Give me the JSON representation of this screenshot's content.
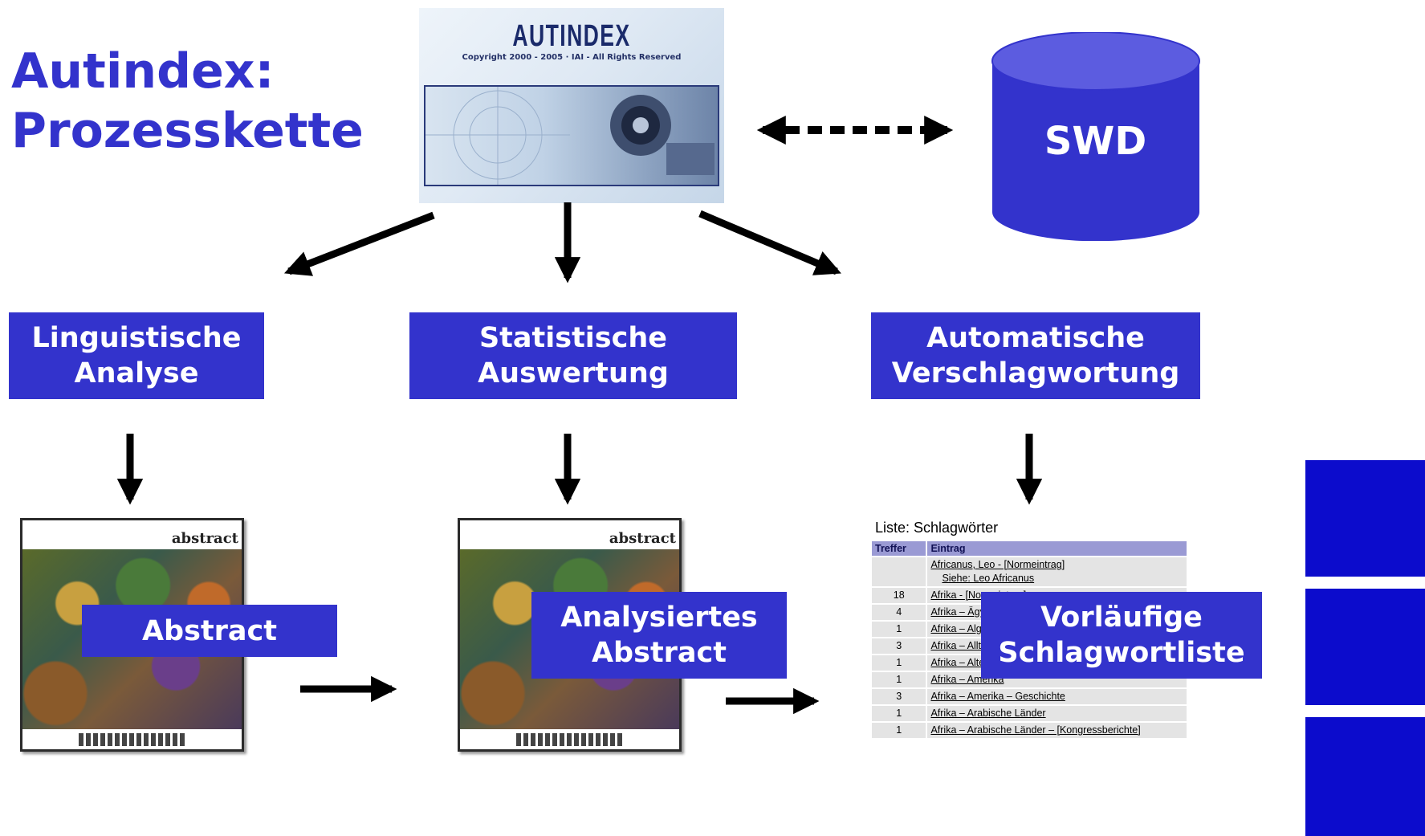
{
  "title": [
    "Autindex:",
    "Prozesskette"
  ],
  "splash": {
    "logo": "AUTINDEX",
    "copyright": "Copyright 2000 - 2005 · IAI - All Rights Reserved"
  },
  "database": {
    "label": "SWD"
  },
  "steps": {
    "linguistic": [
      "Linguistische",
      "Analyse"
    ],
    "statistical": [
      "Statistische",
      "Auswertung"
    ],
    "automatic": [
      "Automatische",
      "Verschlagwortung"
    ]
  },
  "artifacts": {
    "abstract": "Abstract",
    "analyzed": [
      "Analysiertes",
      "Abstract"
    ],
    "preliminary": [
      "Vorläufige",
      "Schlagwortliste"
    ],
    "cover_title": "abstract"
  },
  "keyword_list": {
    "title": "Liste: Schlagwörter",
    "headers": [
      "Treffer",
      "Eintrag"
    ],
    "rows": [
      {
        "count": "",
        "entry": "Africanus, Leo - [Normeintrag]",
        "see": "Siehe: Leo Africanus"
      },
      {
        "count": "18",
        "entry": "Afrika - [Normeintrag]"
      },
      {
        "count": "4",
        "entry": "Afrika – Ägypten"
      },
      {
        "count": "1",
        "entry": "Afrika – Algerien"
      },
      {
        "count": "3",
        "entry": "Afrika – Alltag"
      },
      {
        "count": "1",
        "entry": "Afrika – Altertum"
      },
      {
        "count": "1",
        "entry": "Afrika – Amerika"
      },
      {
        "count": "3",
        "entry": "Afrika – Amerika – Geschichte"
      },
      {
        "count": "1",
        "entry": "Afrika – Arabische Länder"
      },
      {
        "count": "1",
        "entry": "Afrika – Arabische Länder – [Kongressberichte]"
      }
    ]
  },
  "colors": {
    "primary": "#3333cc",
    "accent_square": "#0c0ccc",
    "arrow": "#000000"
  }
}
